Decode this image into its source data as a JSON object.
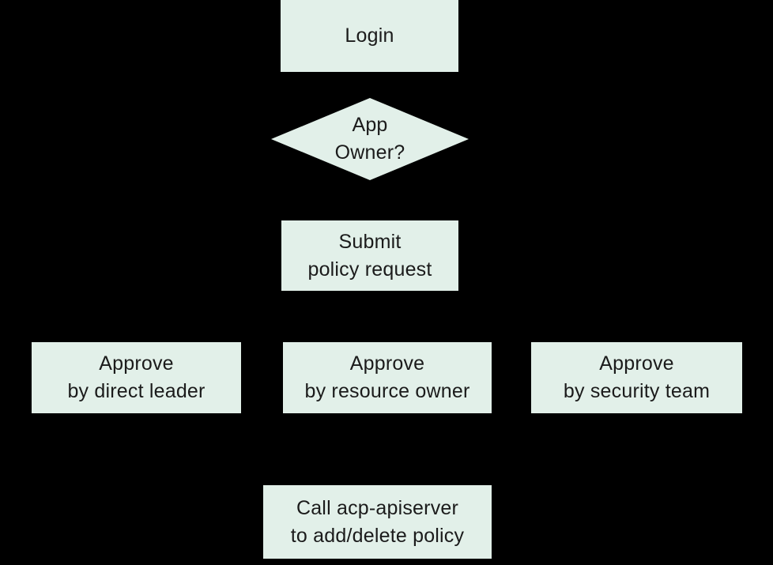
{
  "flowchart": {
    "background_color": "#000000",
    "node_fill_color": "#e2f0e9",
    "node_text_color": "#1b1b1b",
    "nodes": {
      "login": {
        "shape": "rectangle",
        "lines": [
          "Login"
        ]
      },
      "app_owner_decision": {
        "shape": "diamond",
        "lines": [
          "App",
          "Owner?"
        ]
      },
      "submit_policy_request": {
        "shape": "rectangle",
        "lines": [
          "Submit",
          "policy request"
        ]
      },
      "approve_direct_leader": {
        "shape": "rectangle",
        "lines": [
          "Approve",
          "by direct leader"
        ]
      },
      "approve_resource_owner": {
        "shape": "rectangle",
        "lines": [
          "Approve",
          "by resource owner"
        ]
      },
      "approve_security_team": {
        "shape": "rectangle",
        "lines": [
          "Approve",
          "by security team"
        ]
      },
      "call_acp_apiserver": {
        "shape": "rectangle",
        "lines": [
          "Call acp-apiserver",
          "to add/delete policy"
        ]
      }
    }
  }
}
